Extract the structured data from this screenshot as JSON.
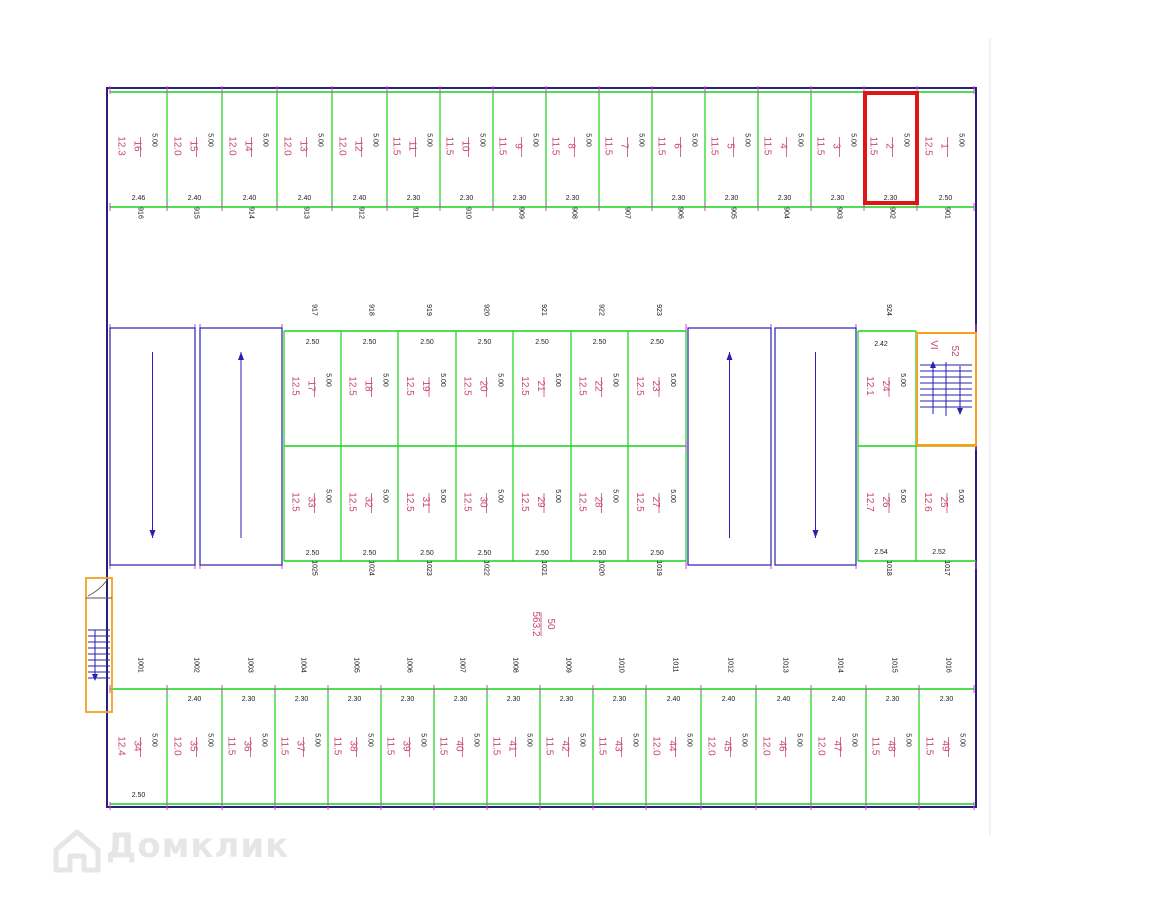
{
  "colors": {
    "outline": "#2a1f7a",
    "space": "#18d318",
    "ramp": "#2a1fb0",
    "highlight": "#e01515",
    "stair": "#f4a020",
    "text": "#c8466e"
  },
  "top_row": [
    {
      "n": "16",
      "a": "12.3",
      "d": "5.00",
      "w": "2.46",
      "code": "916"
    },
    {
      "n": "15",
      "a": "12.0",
      "d": "5.00",
      "w": "2.40",
      "code": "915"
    },
    {
      "n": "14",
      "a": "12.0",
      "d": "5.00",
      "w": "2.40",
      "code": "914"
    },
    {
      "n": "13",
      "a": "12.0",
      "d": "5.00",
      "w": "2.40",
      "code": "913"
    },
    {
      "n": "12",
      "a": "12.0",
      "d": "5.00",
      "w": "2.40",
      "code": "912"
    },
    {
      "n": "11",
      "a": "11.5",
      "d": "5.00",
      "w": "2.30",
      "code": "911"
    },
    {
      "n": "10",
      "a": "11.5",
      "d": "5.00",
      "w": "2.30",
      "code": "910"
    },
    {
      "n": "9",
      "a": "11.5",
      "d": "5.00",
      "w": "2.30",
      "code": "909"
    },
    {
      "n": "8",
      "a": "11.5",
      "d": "5.00",
      "w": "2.30",
      "code": "908"
    },
    {
      "n": "7",
      "a": "11.5",
      "d": "5.00",
      "w": "",
      "code": "907"
    },
    {
      "n": "6",
      "a": "11.5",
      "d": "5.00",
      "w": "2.30",
      "code": "906"
    },
    {
      "n": "5",
      "a": "11.5",
      "d": "5.00",
      "w": "2.30",
      "code": "905"
    },
    {
      "n": "4",
      "a": "11.5",
      "d": "5.00",
      "w": "2.30",
      "code": "904"
    },
    {
      "n": "3",
      "a": "11.5",
      "d": "5.00",
      "w": "2.30",
      "code": "903"
    },
    {
      "n": "2",
      "a": "11.5",
      "d": "5.00",
      "w": "2.30",
      "code": "902"
    },
    {
      "n": "1",
      "a": "12.5",
      "d": "5.00",
      "w": "2.50",
      "code": "901"
    }
  ],
  "mid_upper": [
    {
      "n": "17",
      "a": "12.5",
      "d": "5.00",
      "w": "2.50",
      "code": "917"
    },
    {
      "n": "18",
      "a": "12.5",
      "d": "5.00",
      "w": "2.50",
      "code": "918"
    },
    {
      "n": "19",
      "a": "12.5",
      "d": "5.00",
      "w": "2.50",
      "code": "919"
    },
    {
      "n": "20",
      "a": "12.5",
      "d": "5.00",
      "w": "2.50",
      "code": "920"
    },
    {
      "n": "21",
      "a": "12.5",
      "d": "5.00",
      "w": "2.50",
      "code": "921"
    },
    {
      "n": "22",
      "a": "12.5",
      "d": "5.00",
      "w": "2.50",
      "code": "922"
    },
    {
      "n": "23",
      "a": "12.5",
      "d": "5.00",
      "w": "2.50",
      "code": "923"
    }
  ],
  "mid_lower": [
    {
      "n": "33",
      "a": "12.5",
      "d": "5.00",
      "w": "2.50",
      "code": "1025"
    },
    {
      "n": "32",
      "a": "12.5",
      "d": "5.00",
      "w": "2.50",
      "code": "1024"
    },
    {
      "n": "31",
      "a": "12.5",
      "d": "5.00",
      "w": "2.50",
      "code": "1023"
    },
    {
      "n": "30",
      "a": "12.5",
      "d": "5.00",
      "w": "2.50",
      "code": "1022"
    },
    {
      "n": "29",
      "a": "12.5",
      "d": "5.00",
      "w": "2.50",
      "code": "1021"
    },
    {
      "n": "28",
      "a": "12.5",
      "d": "5.00",
      "w": "2.50",
      "code": "1020"
    },
    {
      "n": "27",
      "a": "12.5",
      "d": "5.00",
      "w": "2.50",
      "code": "1019"
    }
  ],
  "right_upper": {
    "n": "24",
    "a": "12.1",
    "d": "5.00",
    "w": "2.42",
    "code": "924"
  },
  "right_lower": [
    {
      "n": "26",
      "a": "12.7",
      "d": "5.00",
      "w": "2.54",
      "code": "1018"
    },
    {
      "n": "25",
      "a": "12.6",
      "d": "5.00",
      "w": "2.52",
      "code": "1017"
    }
  ],
  "stair": {
    "n": "52",
    "label": "VI"
  },
  "bottom_row": [
    {
      "n": "34",
      "a": "12.4",
      "d": "5.00",
      "w": "2.50",
      "code": "1001"
    },
    {
      "n": "35",
      "a": "12.0",
      "d": "5.00",
      "w": "2.40",
      "code": "1002"
    },
    {
      "n": "36",
      "a": "11.5",
      "d": "5.00",
      "w": "2.30",
      "code": "1003"
    },
    {
      "n": "37",
      "a": "11.5",
      "d": "5.00",
      "w": "2.30",
      "code": "1004"
    },
    {
      "n": "38",
      "a": "11.5",
      "d": "5.00",
      "w": "2.30",
      "code": "1005"
    },
    {
      "n": "39",
      "a": "11.5",
      "d": "5.00",
      "w": "2.30",
      "code": "1006"
    },
    {
      "n": "40",
      "a": "11.5",
      "d": "5.00",
      "w": "2.30",
      "code": "1007"
    },
    {
      "n": "41",
      "a": "11.5",
      "d": "5.00",
      "w": "2.30",
      "code": "1008"
    },
    {
      "n": "42",
      "a": "11.5",
      "d": "5.00",
      "w": "2.30",
      "code": "1009"
    },
    {
      "n": "43",
      "a": "11.5",
      "d": "5.00",
      "w": "2.30",
      "code": "1010"
    },
    {
      "n": "44",
      "a": "12.0",
      "d": "5.00",
      "w": "2.40",
      "code": "1011"
    },
    {
      "n": "45",
      "a": "12.0",
      "d": "5.00",
      "w": "2.40",
      "code": "1012"
    },
    {
      "n": "46",
      "a": "12.0",
      "d": "5.00",
      "w": "2.40",
      "code": "1013"
    },
    {
      "n": "47",
      "a": "12.0",
      "d": "5.00",
      "w": "2.40",
      "code": "1014"
    },
    {
      "n": "48",
      "a": "11.5",
      "d": "5.00",
      "w": "2.30",
      "code": "1015"
    },
    {
      "n": "49",
      "a": "11.5",
      "d": "5.00",
      "w": "2.30",
      "code": "1016"
    }
  ],
  "aisle": {
    "n": "50",
    "a": "563.2"
  },
  "highlighted_space": "2",
  "watermark": "Домклик"
}
